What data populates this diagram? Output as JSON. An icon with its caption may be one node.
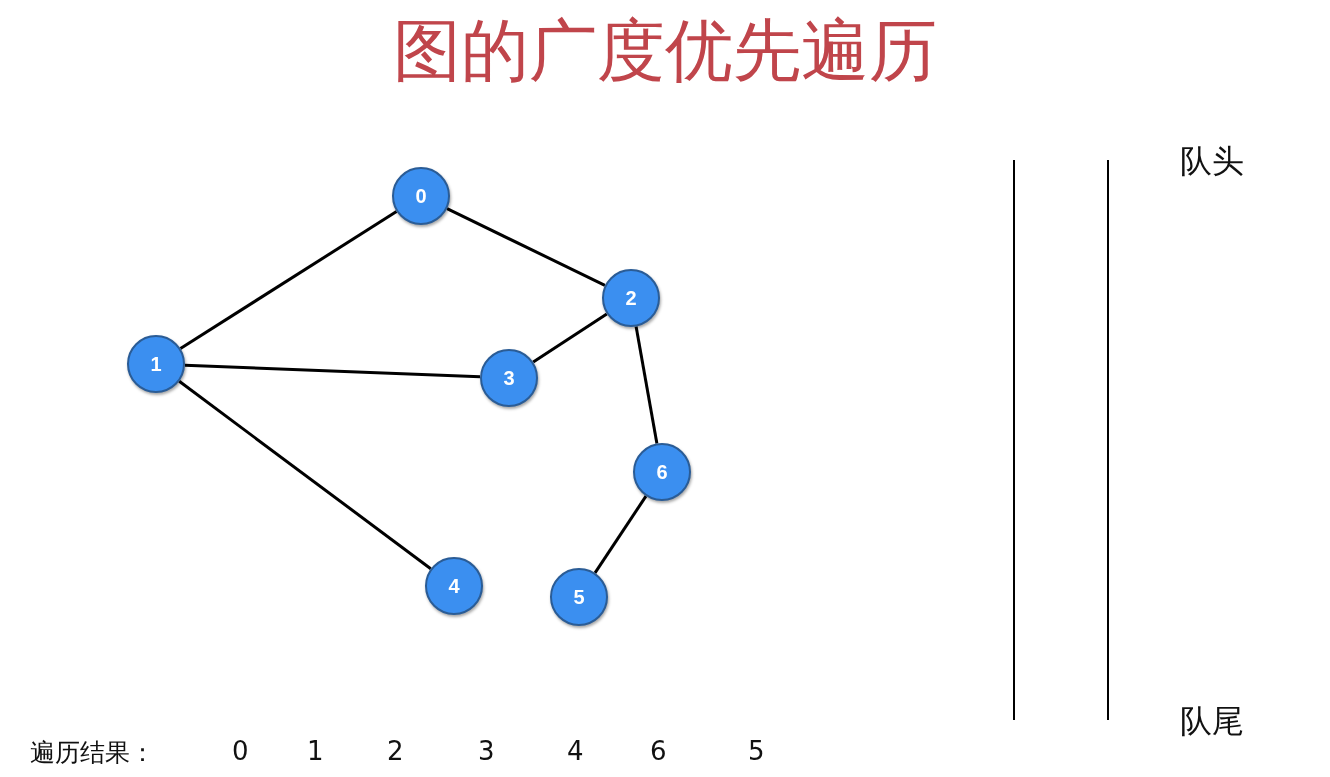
{
  "diagram": {
    "title": "图的广度优先遍历",
    "nodes": [
      {
        "text": [
          "0"
        ]
      },
      {
        "text": [
          "1"
        ]
      },
      {
        "text": [
          "2"
        ]
      },
      {
        "text": [
          "3"
        ]
      },
      {
        "text": [
          "4"
        ]
      },
      {
        "text": [
          "5"
        ]
      },
      {
        "text": [
          "6"
        ]
      }
    ],
    "edges": [
      {
        "from": 0,
        "to": 1,
        "arrow": "none"
      },
      {
        "from": 0,
        "to": 2,
        "arrow": "none"
      },
      {
        "from": 2,
        "to": 3,
        "arrow": "none"
      },
      {
        "from": 1,
        "to": 3,
        "arrow": "none"
      },
      {
        "from": 1,
        "to": 4,
        "arrow": "none"
      },
      {
        "from": 2,
        "to": 6,
        "arrow": "none"
      },
      {
        "from": 6,
        "to": 5,
        "arrow": "none"
      }
    ],
    "labels": [
      "队头",
      "队尾",
      "遍历结果：",
      "0",
      "1",
      "2",
      "3",
      "4",
      "6",
      "5"
    ]
  }
}
